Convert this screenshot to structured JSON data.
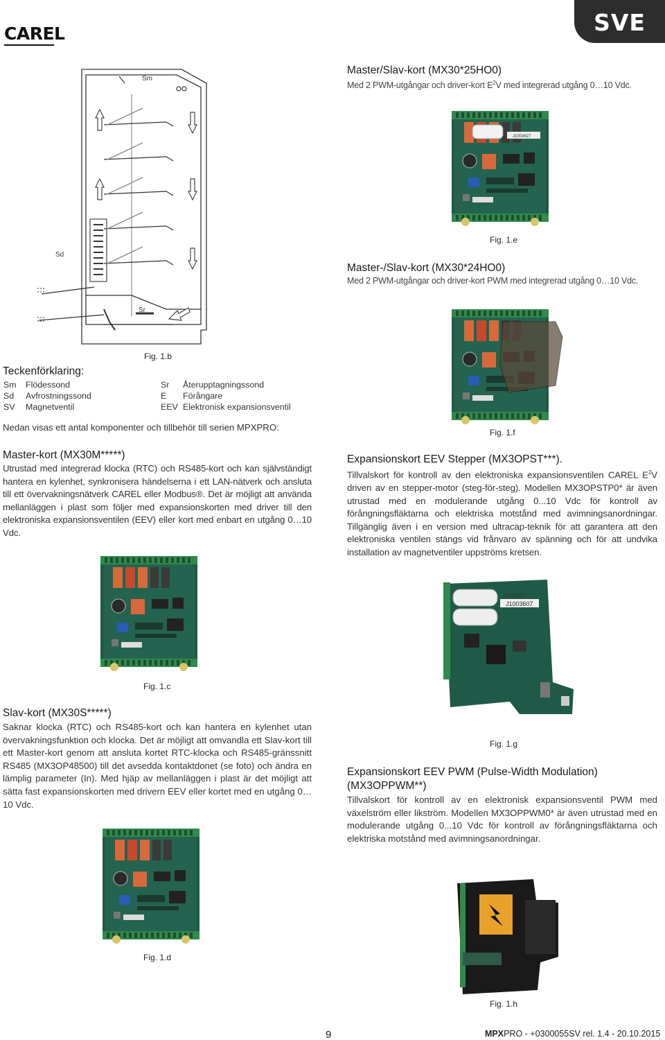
{
  "header": {
    "brand": "CAREL",
    "language_tab": "SVE"
  },
  "figures": {
    "fig_b": {
      "caption": "Fig. 1.b",
      "labels": {
        "sm": "Sm",
        "sd": "Sd",
        "sr": "Sr"
      }
    },
    "fig_c": {
      "caption": "Fig. 1.c"
    },
    "fig_d": {
      "caption": "Fig. 1.d"
    },
    "fig_e": {
      "caption": "Fig. 1.e"
    },
    "fig_f": {
      "caption": "Fig. 1.f"
    },
    "fig_g": {
      "caption": "Fig. 1.g"
    },
    "fig_h": {
      "caption": "Fig. 1.h"
    }
  },
  "legend": {
    "title": "Teckenförklaring:",
    "items_left": [
      {
        "code": "Sm",
        "desc": "Flödessond"
      },
      {
        "code": "Sd",
        "desc": "Avfrostningssond"
      },
      {
        "code": "SV",
        "desc": "Magnetventil"
      }
    ],
    "items_right": [
      {
        "code": "Sr",
        "desc": "Återupptagningssond"
      },
      {
        "code": "E",
        "desc": "Förångare"
      },
      {
        "code": "EEV",
        "desc": "Elektronisk expansionsventil"
      }
    ]
  },
  "intro": "Nedan visas ett antal komponenter och tillbehör till serien MPXPRO:",
  "master": {
    "title": "Master-kort (MX30M*****)",
    "body": "Utrustad med integrerad klocka (RTC) och RS485-kort och kan självständigt hantera en kylenhet, synkronisera händelserna i ett LAN-nätverk och ansluta till ett övervakningsnätverk CAREL eller Modbus®. Det är möjligt att använda mellanläggen i plast som följer med expansionskorten med driver till den elektroniska expansionsventilen (EEV) eller kort med enbart en utgång 0…10 Vdc."
  },
  "slave": {
    "title": "Slav-kort (MX30S*****)",
    "body": "Saknar klocka (RTC) och RS485-kort och kan hantera en kylenhet utan övervakningsfunktion och klocka. Det är möjligt att omvandla ett Slav-kort till ett Master-kort genom att ansluta kortet RTC-klocka och RS485-gränssnitt RS485 (MX3OP48500) till det avsedda kontaktdonet (se foto) och ändra en lämplig parameter (In). Med hjäp av mellanläggen i plast är det möjligt att sätta fast expansionskorten med drivern EEV eller kortet med en utgång 0…10 Vdc."
  },
  "master_slave_1": {
    "title": "Master/Slav-kort (MX30*25HO0)",
    "subtitle_pre": "Med 2 PWM-utgångar och driver-kort E",
    "subtitle_sup": "2",
    "subtitle_post": "V med integrerad utgång 0…10 Vdc."
  },
  "master_slave_2": {
    "title": "Master-/Slav-kort (MX30*24HO0)",
    "subtitle": "Med 2 PWM-utgångar och driver-kort PWM med integrerad utgång 0…10 Vdc."
  },
  "stepper": {
    "title": "Expansionskort EEV Stepper (MX3OPST***).",
    "body_pre": "Tillvalskort för kontroll av den elektroniska expansionsventilen CAREL E",
    "body_sup": "2",
    "body_post": "V driven av en stepper-motor (steg-för-steg). Modellen MX3OPSTP0* är även utrustad med en modulerande utgång 0...10 Vdc för kontroll av förångningsfläktarna och elektriska motstånd med avimningsanordningar. Tillgänglig även i en version med ultracap-teknik för att garantera att den elektroniska ventilen stängs vid frånvaro av spänning och för att undvika installation av magnetventiler uppströms kretsen."
  },
  "pwm": {
    "title": "Expansionskort EEV PWM (Pulse-Width Modulation) (MX3OPPWM**)",
    "body": "Tillvalskort för kontroll av en elektronisk expansionsventil PWM med växelström eller likström. Modellen MX3OPPWM0* är även utrustad med en modulerande utgång 0...10 Vdc för kontroll av förångningsfläktarna och elektriska motstånd med avimningsanordningar."
  },
  "pcb_labels": {
    "fig_e_chip": "J1003627",
    "fig_g_cap1": "J1003627",
    "fig_g_cap2": "J1003607"
  },
  "footer": {
    "page": "9",
    "brand_bold": "MPX",
    "brand_rest": "PRO",
    "release": " - +0300055SV rel. 1.4 - 20.10.2015"
  },
  "colors": {
    "pcb_green": "#1f5a48",
    "relay_orange": "#d8693a",
    "relay_red": "#c8482e",
    "connector_green": "#2f8a4c",
    "tab_dark": "#2d2d2d"
  }
}
